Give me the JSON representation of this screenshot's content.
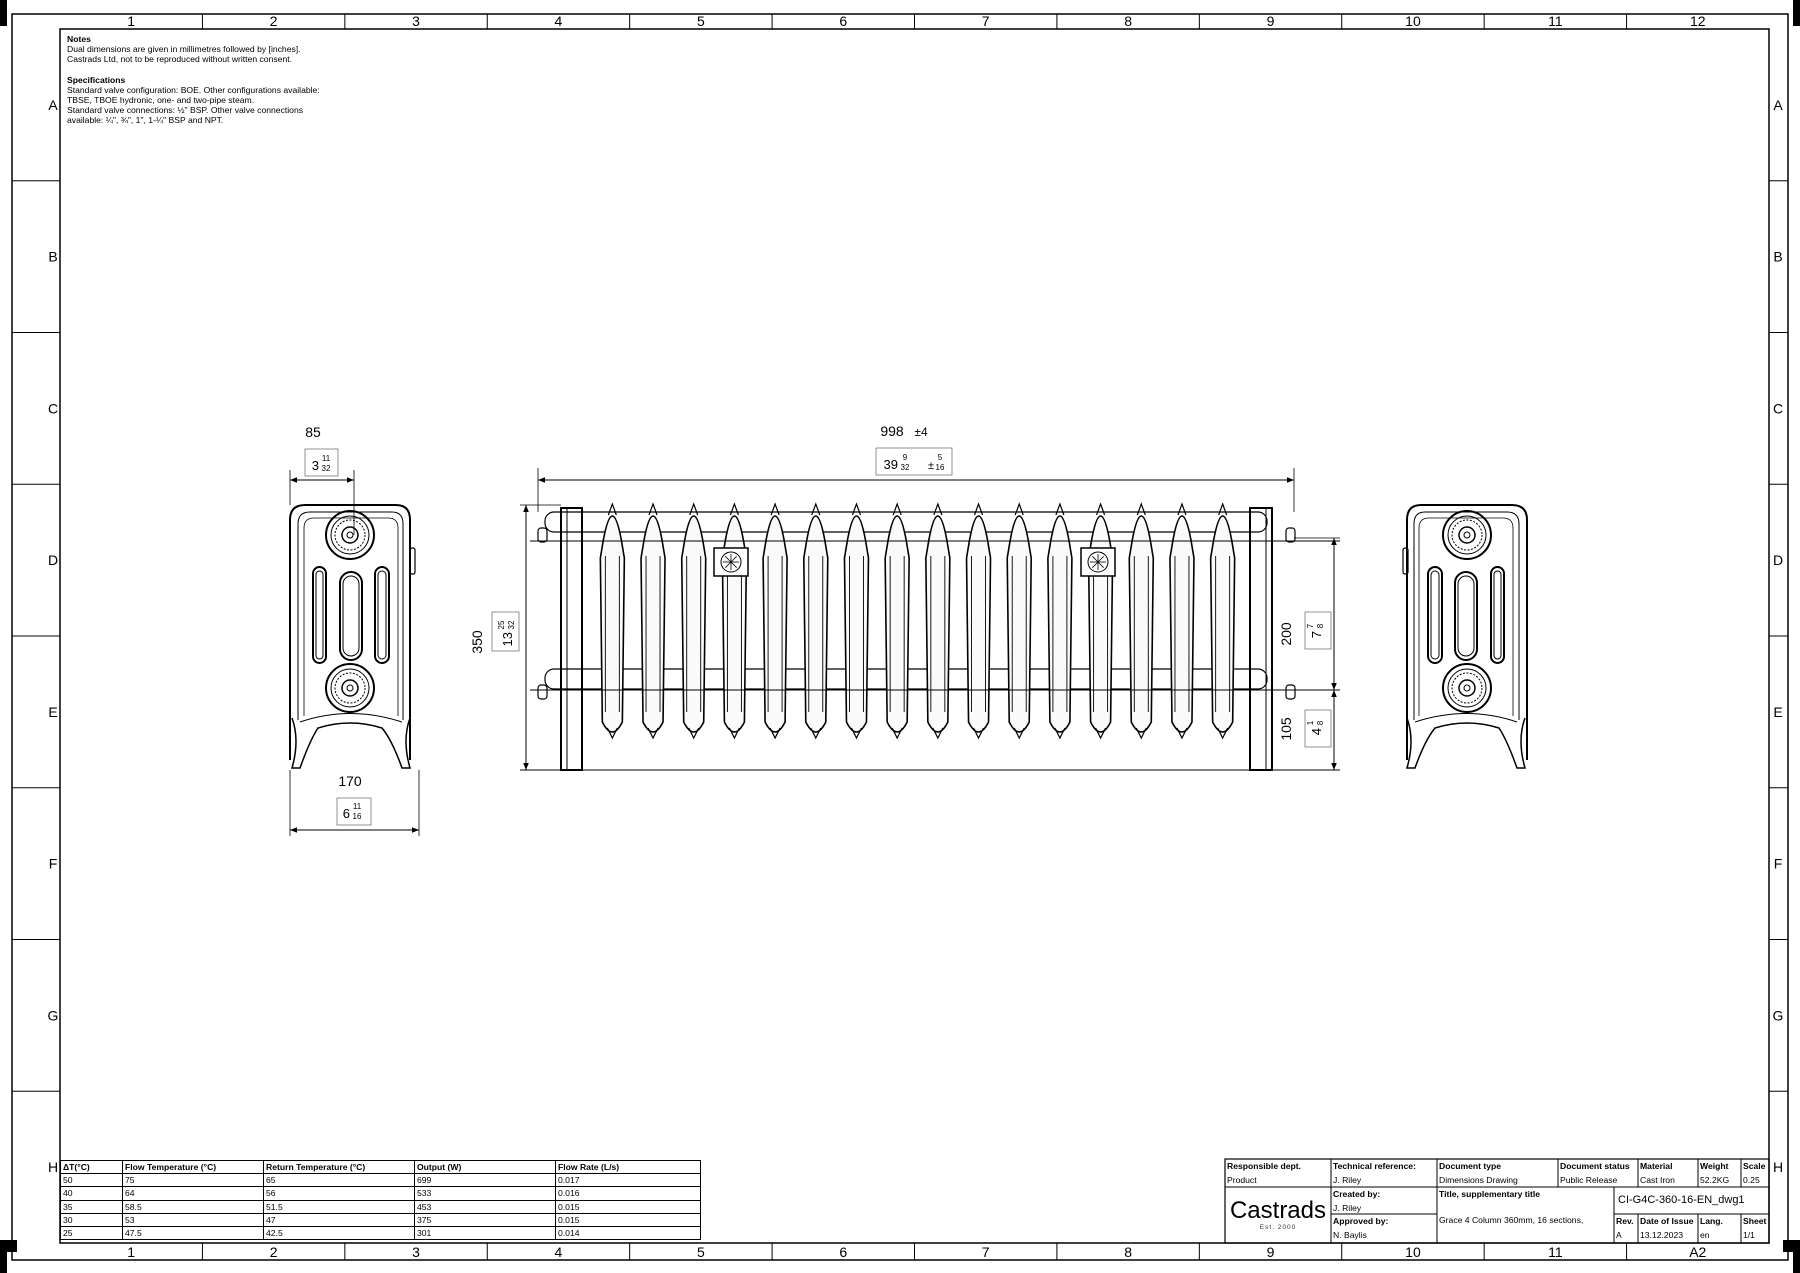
{
  "sheet": {
    "columns": [
      "1",
      "2",
      "3",
      "4",
      "5",
      "6",
      "7",
      "8",
      "9",
      "10",
      "11",
      "12"
    ],
    "rows": [
      "A",
      "B",
      "C",
      "D",
      "E",
      "F",
      "G",
      "H"
    ],
    "bottom_right_label": "A2"
  },
  "notes": {
    "heading": "Notes",
    "lines": [
      "Dual dimensions are given in millimetres followed by [inches].",
      "Castrads Ltd, not to be reproduced without written consent."
    ]
  },
  "specifications": {
    "heading": "Specifications",
    "lines": [
      "Standard valve configuration: BOE. Other configurations available:",
      "TBSE, TBOE hydronic, one- and two-pipe steam.",
      "Standard valve connections: ½\" BSP. Other valve connections",
      "available: ¼\", ¾\", 1\", 1-¼\" BSP and NPT."
    ]
  },
  "dimensions": {
    "depth_top_mm": "85",
    "depth_top_in_whole": "3",
    "depth_top_in_num": "11",
    "depth_top_in_den": "32",
    "depth_base_mm": "170",
    "depth_base_in_whole": "6",
    "depth_base_in_num": "11",
    "depth_base_in_den": "16",
    "length_mm": "998",
    "length_tol_mm": "±4",
    "length_in_whole": "39",
    "length_in_num": "9",
    "length_in_den": "32",
    "length_tol_in": "±",
    "length_tol_in_num": "5",
    "length_tol_in_den": "16",
    "height_mm": "350",
    "height_in_whole": "13",
    "height_in_num": "25",
    "height_in_den": "32",
    "centres_mm": "200",
    "centres_in_whole": "7",
    "centres_in_num": "7",
    "centres_in_den": "8",
    "floor_mm": "105",
    "floor_in_whole": "4",
    "floor_in_num": "1",
    "floor_in_den": "8"
  },
  "performance": {
    "headers": [
      "ΔT(°C)",
      "Flow Temperature (°C)",
      "Return Temperature (°C)",
      "Output (W)",
      "Flow Rate (L/s)"
    ],
    "rows": [
      [
        "50",
        "75",
        "65",
        "699",
        "0.017"
      ],
      [
        "40",
        "64",
        "56",
        "533",
        "0.016"
      ],
      [
        "35",
        "58.5",
        "51.5",
        "453",
        "0.015"
      ],
      [
        "30",
        "53",
        "47",
        "375",
        "0.015"
      ],
      [
        "25",
        "47.5",
        "42.5",
        "301",
        "0.014"
      ]
    ]
  },
  "title_block": {
    "responsible_dept_label": "Responsible dept.",
    "responsible_dept": "Product",
    "tech_ref_label": "Technical reference:",
    "tech_ref": "J. Riley",
    "created_by_label": "Created by:",
    "created_by": "J. Riley",
    "approved_by_label": "Approved by:",
    "approved_by": "N. Baylis",
    "doc_type_label": "Document type",
    "doc_type": "Dimensions Drawing",
    "title_label": "Title, supplementary title",
    "title": "Grace 4 Column 360mm, 16 sections,",
    "doc_status_label": "Document status",
    "doc_status": "Public Release",
    "material_label": "Material",
    "material": "Cast Iron",
    "weight_label": "Weight",
    "weight": "52.2KG",
    "scale_label": "Scale",
    "scale": "0.25",
    "doc_number": "CI-G4C-360-16-EN_dwg1",
    "rev_label": "Rev.",
    "rev": "A",
    "date_label": "Date of Issue",
    "date": "13.12.2023",
    "lang_label": "Lang.",
    "lang": "en",
    "sheet_label": "Sheet",
    "sheet": "1/1",
    "logo_name": "Castrads",
    "logo_est": "Est. 2000"
  }
}
